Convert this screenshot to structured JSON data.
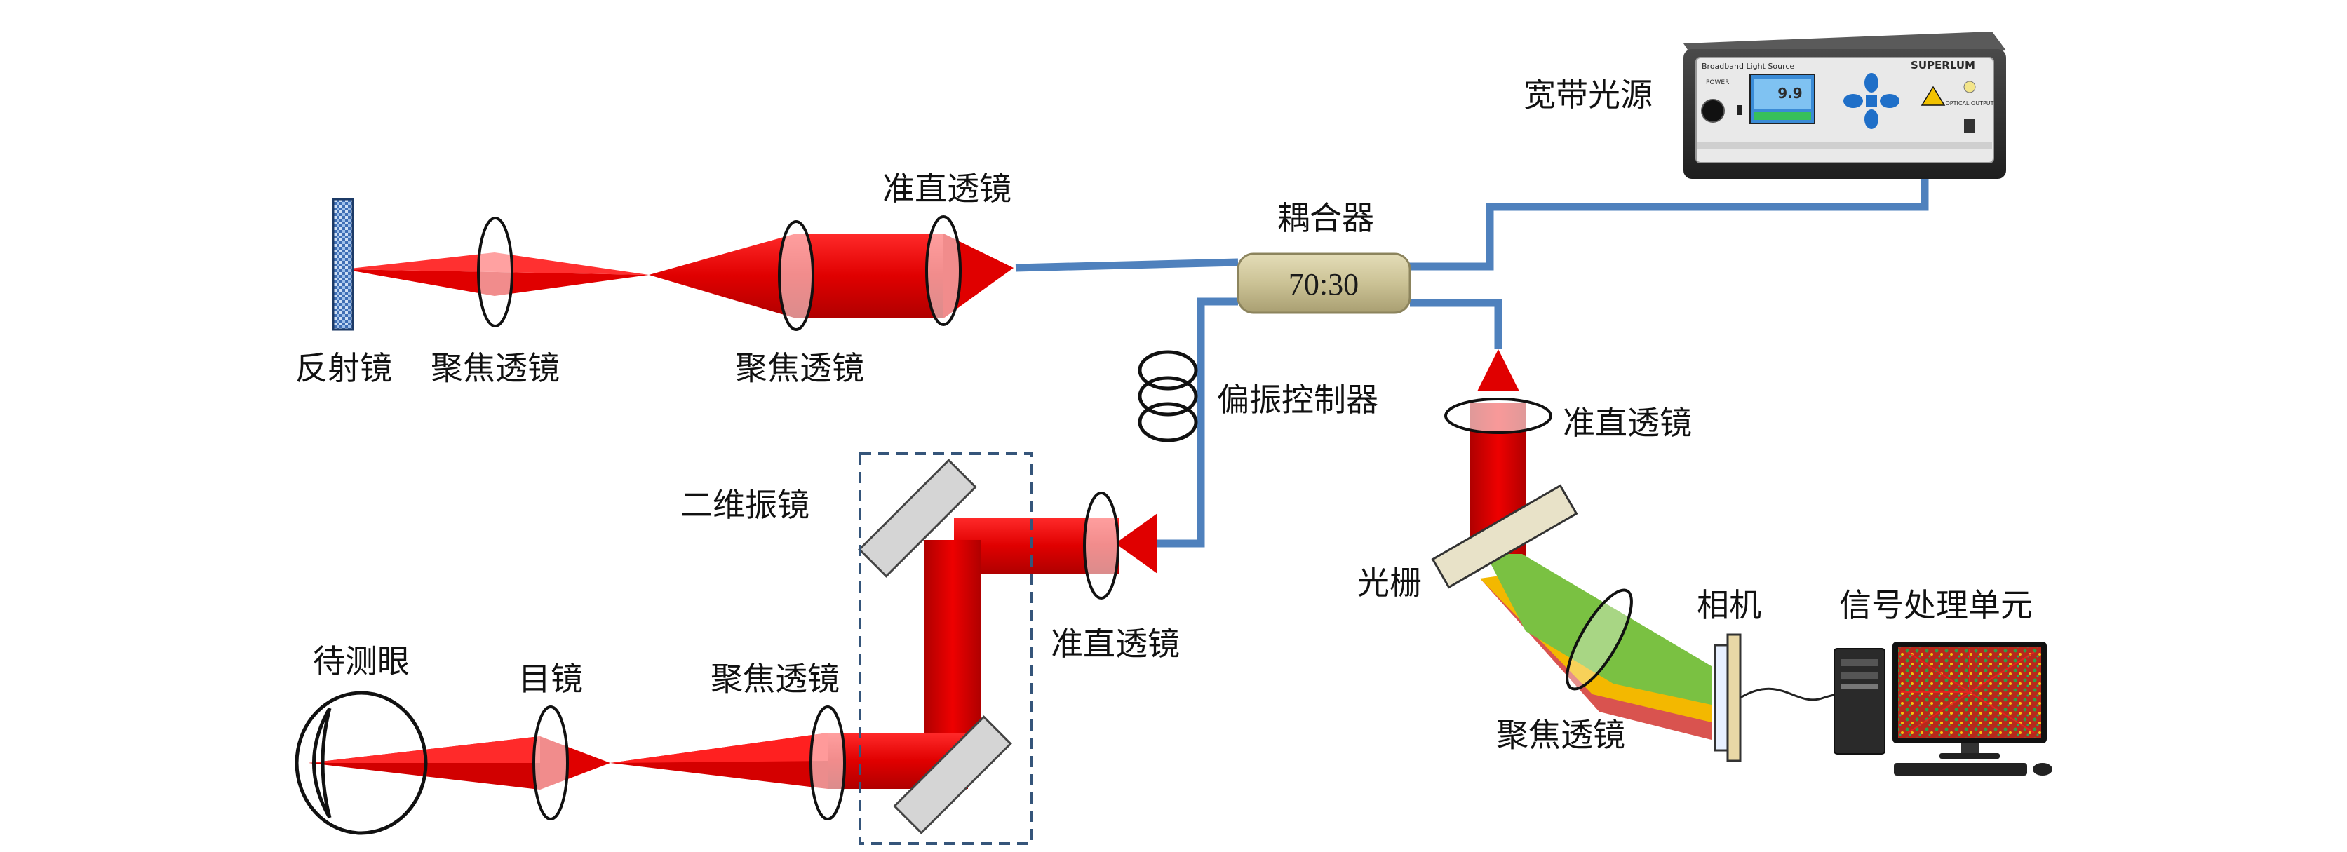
{
  "labels": {
    "source": "宽带光源",
    "coupler": "耦合器",
    "ratio": "70:30",
    "mirror": "反射镜",
    "focus_lens_ref_1": "聚焦透镜",
    "focus_lens_ref_2": "聚焦透镜",
    "collimator_ref": "准直透镜",
    "polarization_controller": "偏振控制器",
    "galvo": "二维振镜",
    "collimator_sample": "准直透镜",
    "eye": "待测眼",
    "eyepiece": "目镜",
    "focus_lens_sample": "聚焦透镜",
    "collimator_spec": "准直透镜",
    "grating": "光栅",
    "camera": "相机",
    "focus_lens_spec": "聚焦透镜",
    "processing_unit": "信号处理单元"
  },
  "device": {
    "title": "Broadband Light Source",
    "brand": "SUPERLUM",
    "power_label": "POWER",
    "display_value": "9.9",
    "optical_output": "OPTICAL OUTPUT"
  },
  "colors": {
    "fiber": "#4f81bd",
    "beam": "#e60000",
    "green_band": "#7ac142",
    "yellow_band": "#f3b800",
    "red_band": "#d9534f",
    "coupler": "#cfc79c",
    "galvo_box": "#35557a"
  }
}
